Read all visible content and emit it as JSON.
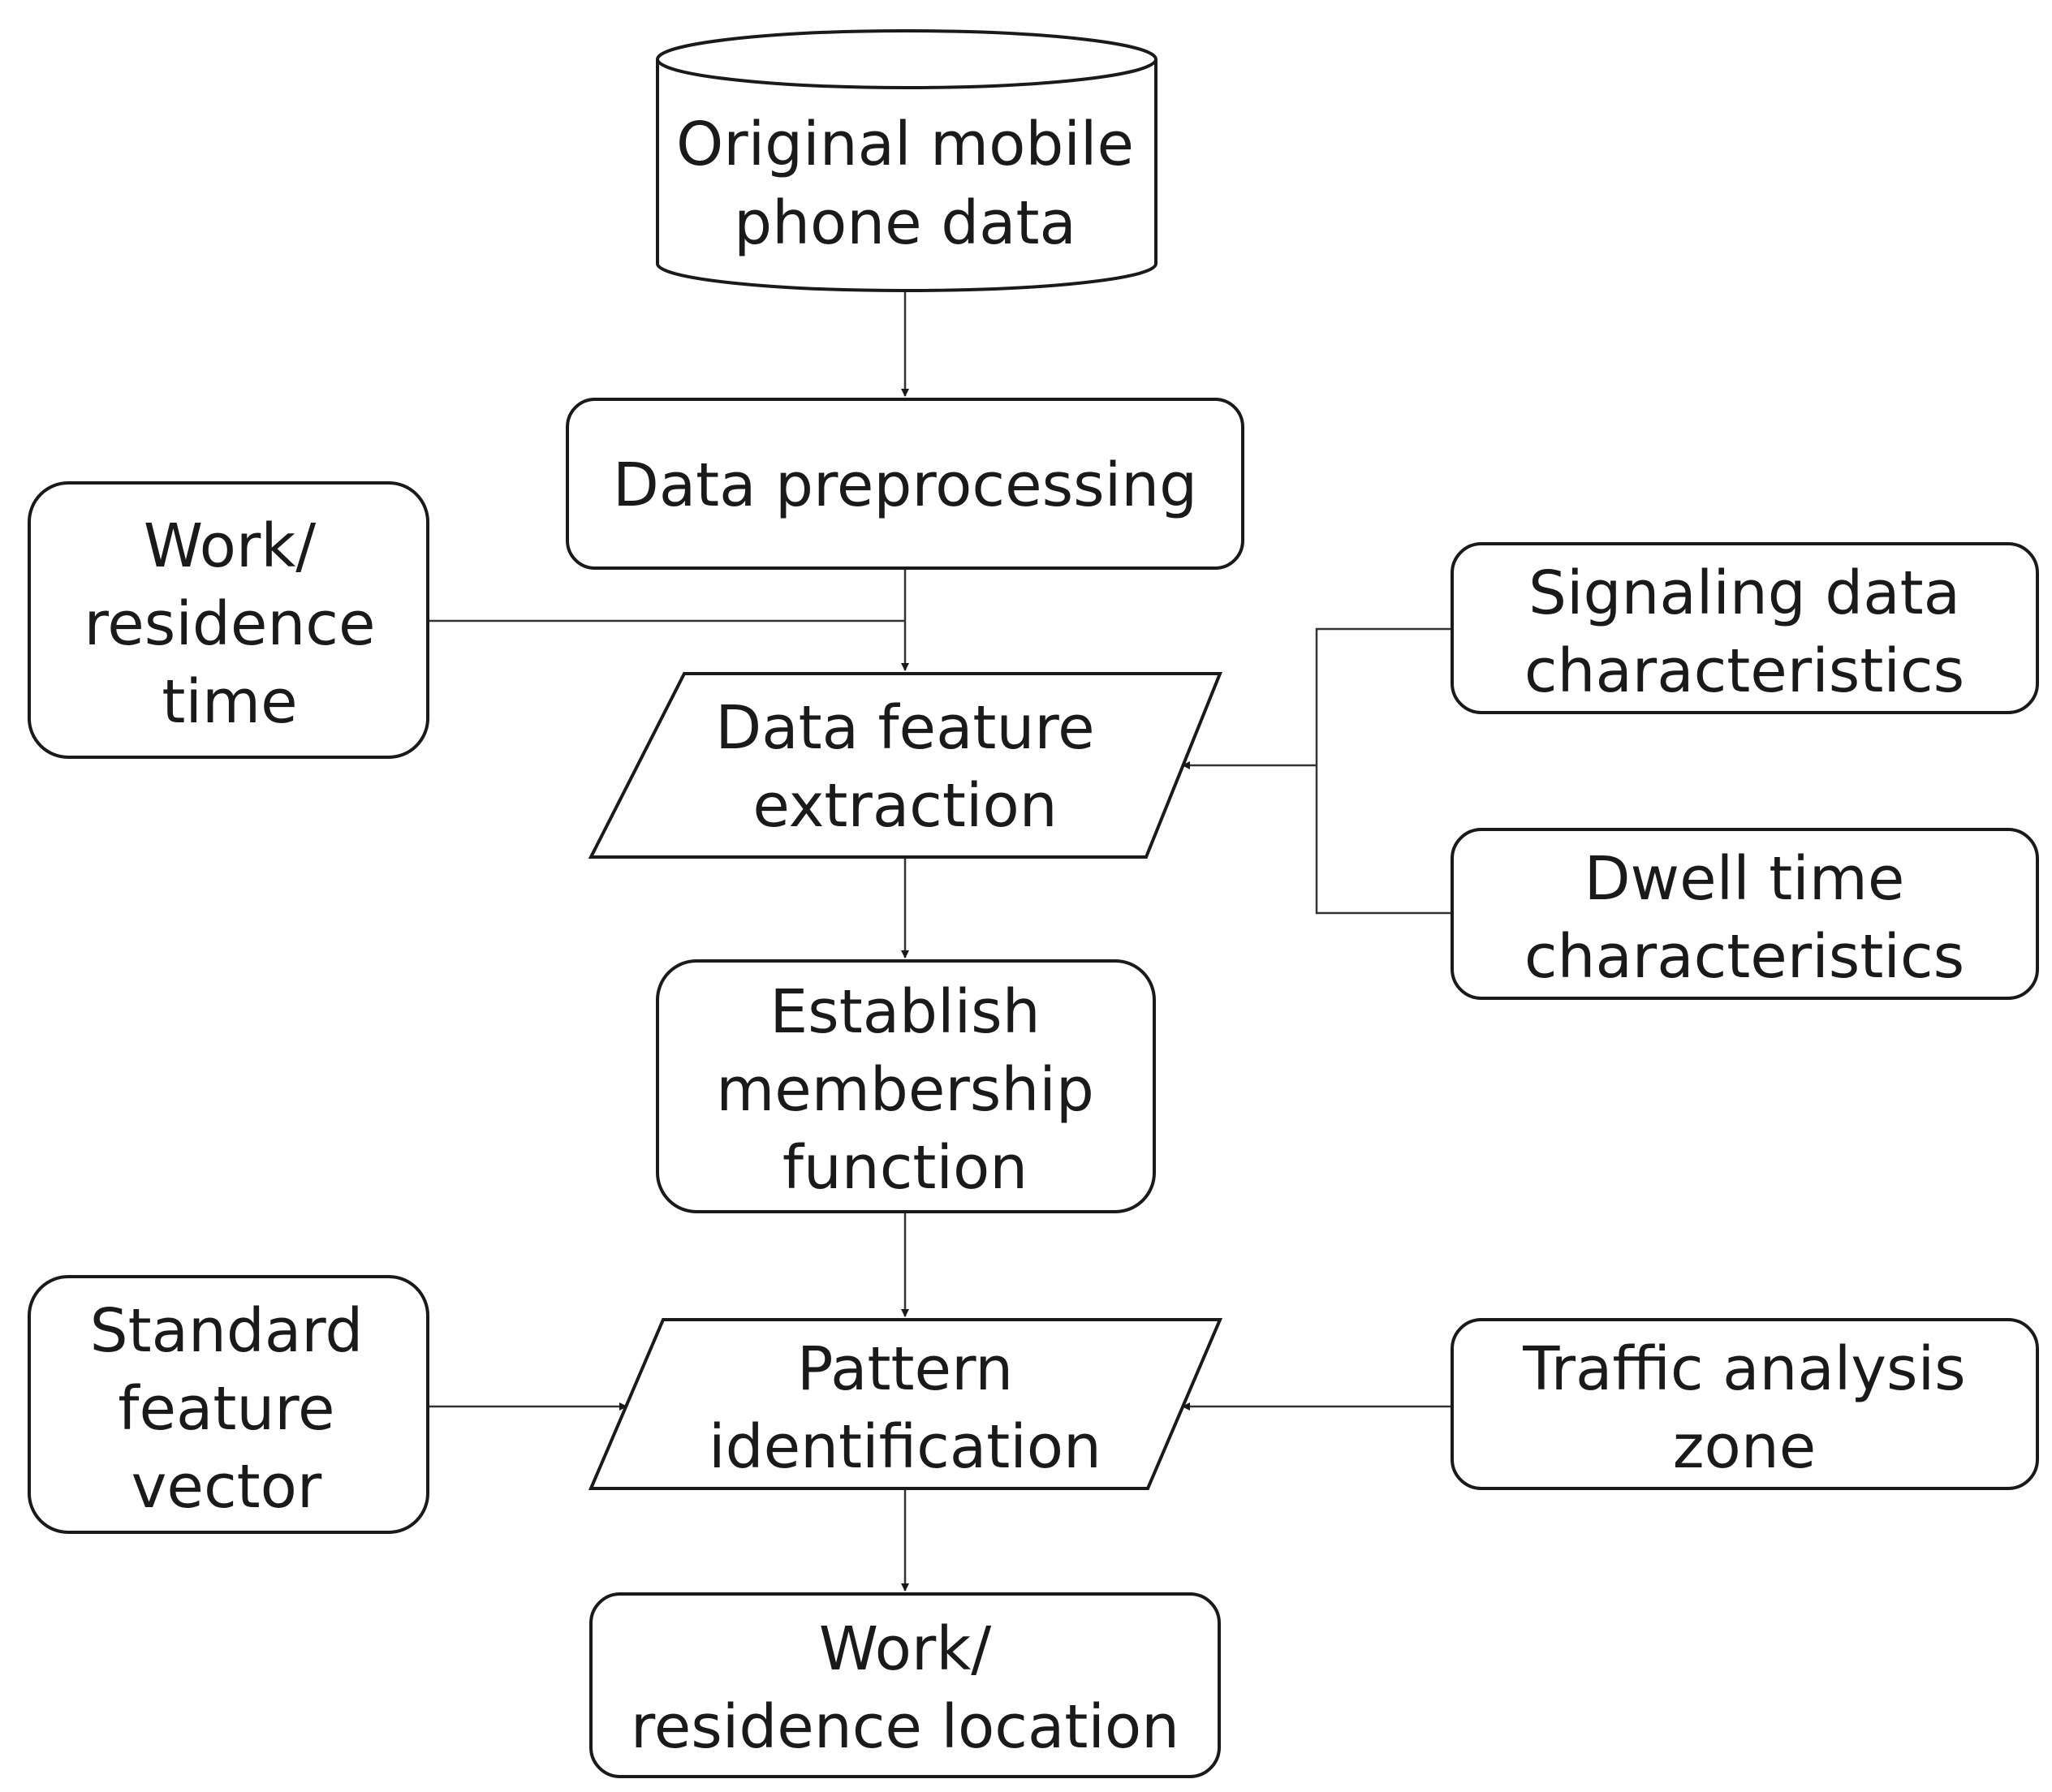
{
  "diagram": {
    "nodes": {
      "original_data": [
        "Original mobile",
        "phone data"
      ],
      "preprocessing": [
        "Data preprocessing"
      ],
      "work_residence_time": [
        "Work/",
        "residence",
        "time"
      ],
      "feature_extraction": [
        "Data feature",
        "extraction"
      ],
      "signaling_characteristics": [
        "Signaling data",
        "characteristics"
      ],
      "dwell_time_characteristics": [
        "Dwell time",
        "characteristics"
      ],
      "membership_function": [
        "Establish",
        "membership",
        "function"
      ],
      "standard_feature_vector": [
        "Standard",
        "feature",
        "vector"
      ],
      "pattern_identification": [
        "Pattern",
        "identification"
      ],
      "traffic_analysis_zone": [
        "Traffic analysis",
        "zone"
      ],
      "work_residence_location": [
        "Work/",
        "residence location"
      ]
    }
  }
}
